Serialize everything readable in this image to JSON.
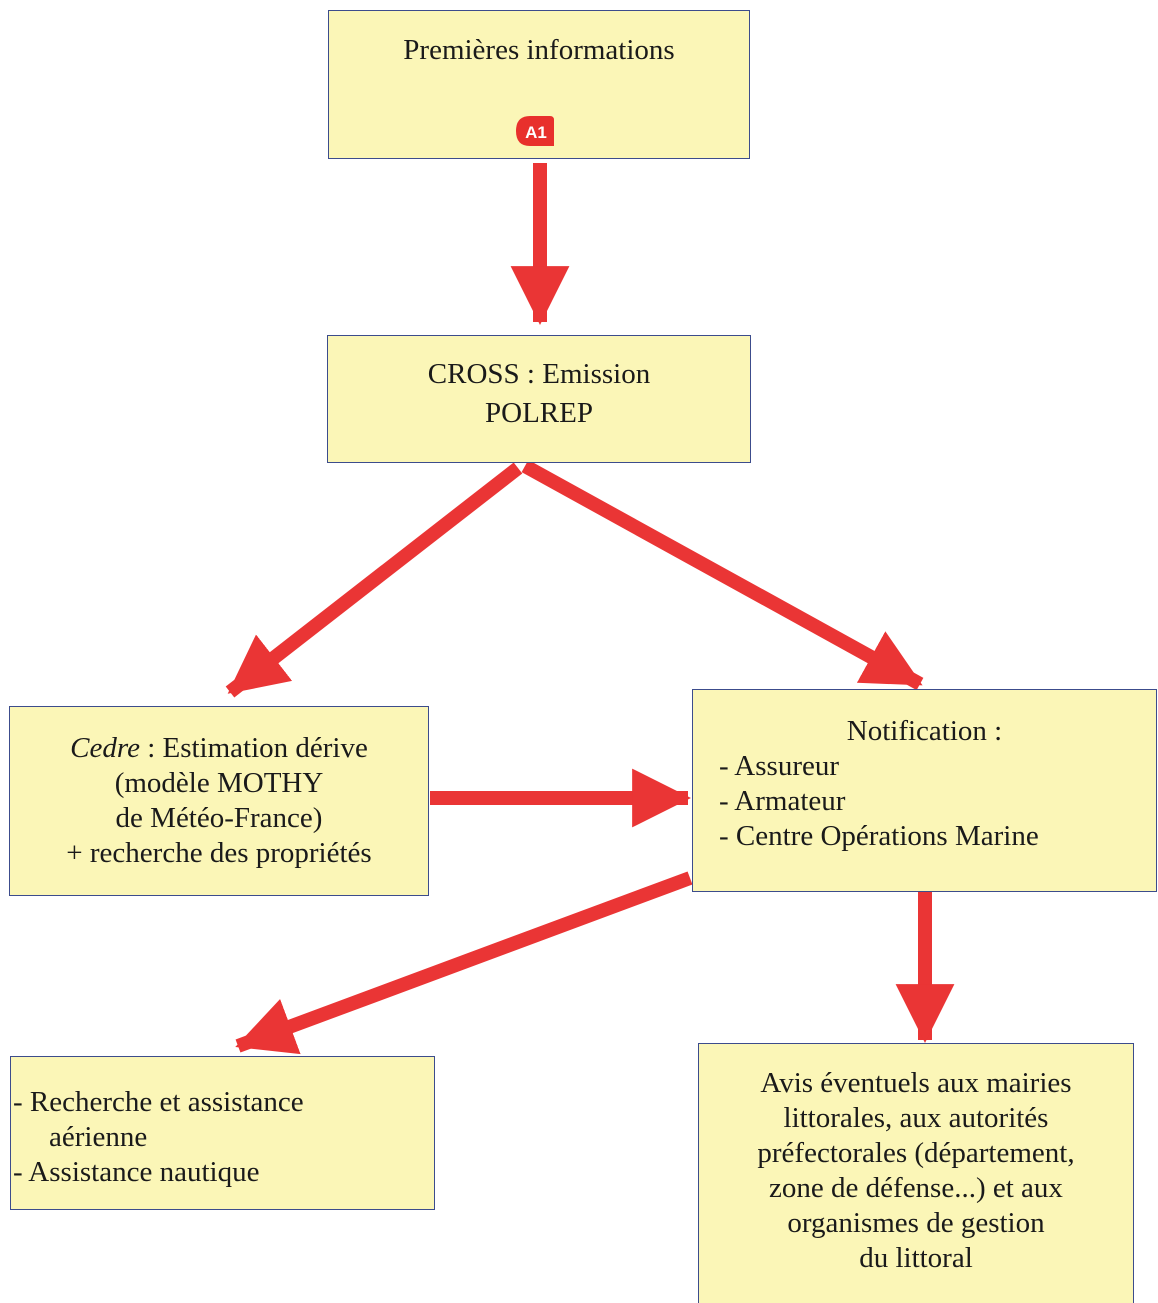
{
  "box_first": {
    "title": "Premières informations",
    "badge": "A1",
    "badge_color": "#e8302c"
  },
  "box_cross": {
    "line1": "CROSS : Emission",
    "line2": "POLREP"
  },
  "box_cedre": {
    "italic": "Cedre",
    "line1_rest": " : Estimation dérive",
    "line2": "(modèle MOTHY",
    "line3": "de Météo-France)",
    "line4": "+ recherche des propriétés"
  },
  "box_notification": {
    "title": "Notification :",
    "items": [
      "- Assureur",
      "- Armateur",
      "- Centre Opérations Marine"
    ]
  },
  "box_search": {
    "line1": "-  Recherche et assistance",
    "line2": "aérienne",
    "line3": "-  Assistance nautique"
  },
  "box_avis": {
    "lines": [
      "Avis éventuels aux mairies",
      "littorales, aux autorités",
      "préfectorales (département,",
      "zone de défense...) et aux",
      "organismes de gestion",
      "du littoral"
    ]
  },
  "colors": {
    "box_fill": "#fbf6b7",
    "box_border": "#3c4c8c",
    "arrow": "#ea3535"
  }
}
